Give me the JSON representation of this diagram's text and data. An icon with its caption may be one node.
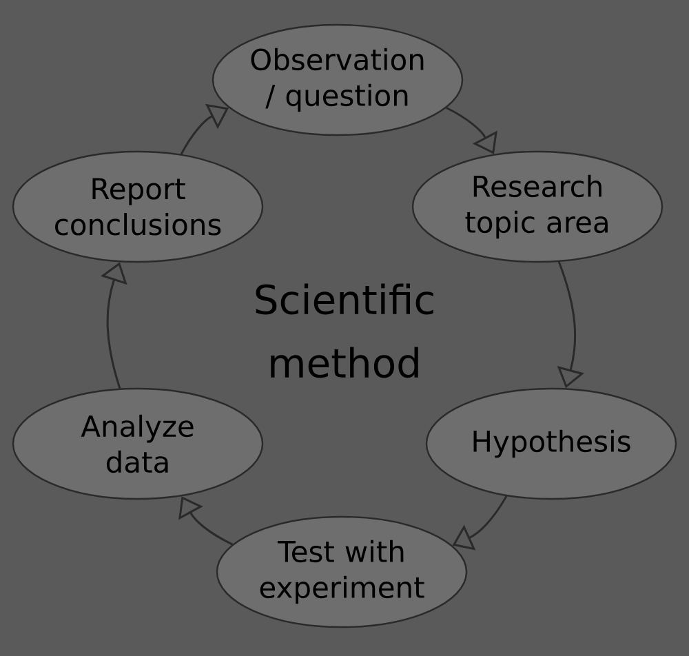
{
  "diagram": {
    "nodes": [
      {
        "text": [
          "Observation / question"
        ]
      },
      {
        "text": [
          "Research topic area"
        ]
      },
      {
        "text": [
          "Hypothesis"
        ]
      },
      {
        "text": [
          "Test with experiment"
        ]
      },
      {
        "text": [
          "Analyze data"
        ]
      },
      {
        "text": [
          "Report conclusions"
        ]
      }
    ],
    "edges": [
      {
        "from": 0,
        "to": 1,
        "arrow": "to"
      },
      {
        "from": 1,
        "to": 2,
        "arrow": "to"
      },
      {
        "from": 2,
        "to": 3,
        "arrow": "to"
      },
      {
        "from": 3,
        "to": 4,
        "arrow": "to"
      },
      {
        "from": 4,
        "to": 5,
        "arrow": "to"
      },
      {
        "from": 5,
        "to": 0,
        "arrow": "to"
      }
    ],
    "labels": [
      "Scientific method"
    ]
  }
}
